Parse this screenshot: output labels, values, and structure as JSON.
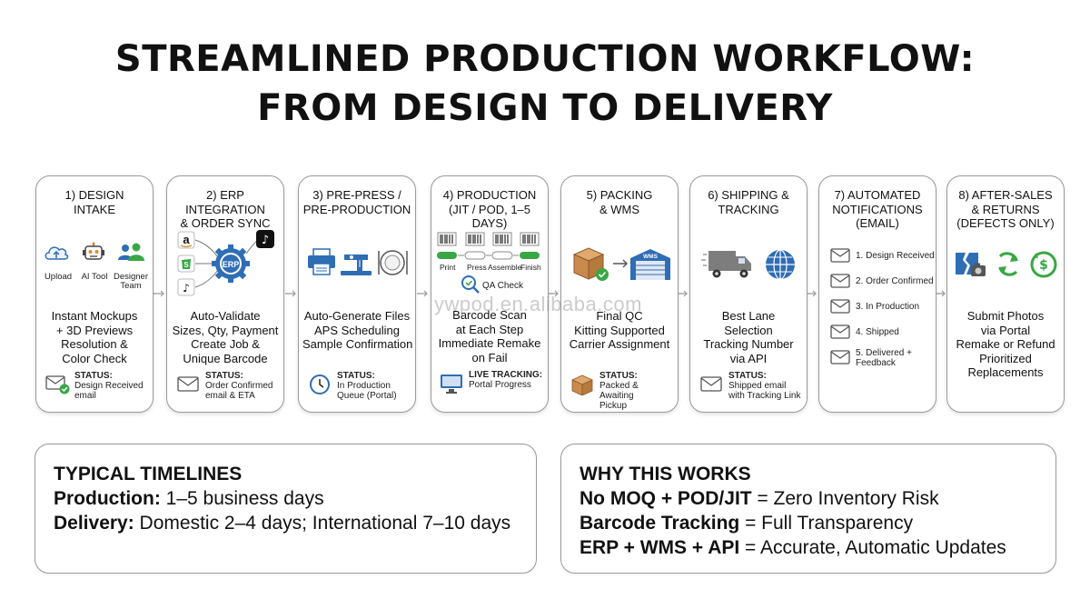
{
  "title": {
    "line1": "STREAMLINED PRODUCTION WORKFLOW:",
    "line2": "FROM DESIGN TO DELIVERY"
  },
  "steps": [
    {
      "heading": [
        "1) DESIGN",
        "INTAKE"
      ],
      "icon_labels": [
        "Upload",
        "AI Tool",
        "Designer Team"
      ],
      "body": [
        "Instant Mockups",
        "+ 3D Previews",
        "Resolution &",
        "Color Check"
      ],
      "status_label": "STATUS:",
      "status_text": [
        "Design Received",
        "email"
      ]
    },
    {
      "heading": [
        "2) ERP INTEGRATION",
        "& ORDER SYNC"
      ],
      "icon_labels": [
        "ERP"
      ],
      "body": [
        "Auto-Validate",
        "Sizes, Qty, Payment",
        "Create Job &",
        "Unique Barcode"
      ],
      "status_label": "STATUS:",
      "status_text": [
        "Order Confirmed",
        "email & ETA"
      ]
    },
    {
      "heading": [
        "3) PRE-PRESS /",
        "PRE-PRODUCTION"
      ],
      "body": [
        "Auto-Generate Files",
        "APS Scheduling",
        "Sample Confirmation"
      ],
      "status_label": "STATUS:",
      "status_text": [
        "In Production",
        "Queue (Portal)"
      ]
    },
    {
      "heading": [
        "4) PRODUCTION",
        "(JIT / POD, 1–5 DAYS)"
      ],
      "process_labels": [
        "Print",
        "Press",
        "Assemble",
        "Finish"
      ],
      "qa_label": "QA Check",
      "body": [
        "Barcode Scan",
        "at Each Step",
        "Immediate Remake",
        "on Fail"
      ],
      "status_label": "LIVE TRACKING:",
      "status_text": [
        "Portal Progress"
      ]
    },
    {
      "heading": [
        "5) PACKING",
        "& WMS"
      ],
      "icon_labels": [
        "WMS"
      ],
      "body": [
        "Final QC",
        "Kitting Supported",
        "Carrier Assignment"
      ],
      "status_label": "STATUS:",
      "status_text": [
        "Packed & Awaiting",
        "Pickup"
      ]
    },
    {
      "heading": [
        "6) SHIPPING &",
        "TRACKING"
      ],
      "body": [
        "Best Lane",
        "Selection",
        "Tracking Number",
        "via API"
      ],
      "status_label": "STATUS:",
      "status_text": [
        "Shipped email",
        "with Tracking Link"
      ]
    },
    {
      "heading": [
        "7) AUTOMATED",
        "NOTIFICATIONS",
        "(EMAIL)"
      ],
      "notifications": [
        "1. Design Received",
        "2. Order Confirmed",
        "3. In Production",
        "4. Shipped",
        "5. Delivered +\nFeedback"
      ]
    },
    {
      "heading": [
        "8) AFTER-SALES",
        "& RETURNS",
        "(DEFECTS ONLY)"
      ],
      "body": [
        "Submit Photos",
        "via Portal",
        "Remake or Refund",
        "Prioritized",
        "Replacements"
      ]
    }
  ],
  "timelines": {
    "title": "TYPICAL TIMELINES",
    "line1_bold": "Production:",
    "line1_rest": " 1–5 business days",
    "line2_bold": "Delivery:",
    "line2_rest": " Domestic 2–4 days; International 7–10 days"
  },
  "why": {
    "title": "WHY THIS WORKS",
    "line1_bold": "No MOQ + POD/JIT",
    "line1_rest": " = Zero Inventory Risk",
    "line2_bold": "Barcode Tracking",
    "line2_rest": " = Full Transparency",
    "line3_bold": "ERP + WMS + API",
    "line3_rest": " = Accurate, Automatic Updates"
  },
  "watermark": "ywpod.en.alibaba.com",
  "colors": {
    "blue": "#2f6db5",
    "green": "#3aa745",
    "orange": "#e08a2a",
    "box_brown": "#c98a4b",
    "border": "#9a9a9a"
  }
}
